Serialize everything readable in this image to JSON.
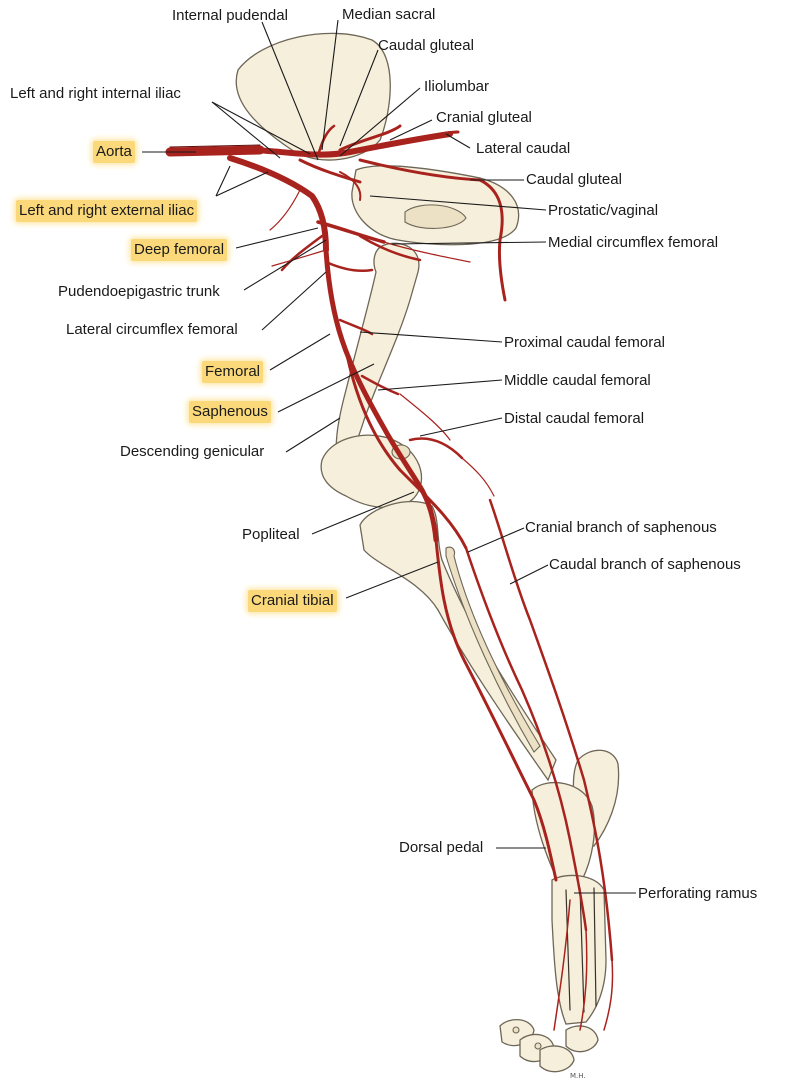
{
  "labels": {
    "internal_pudendal": "Internal pudendal",
    "median_sacral": "Median sacral",
    "caudal_gluteal_top": "Caudal gluteal",
    "iliolumbar": "Iliolumbar",
    "left_right_internal_iliac": "Left and right internal iliac",
    "cranial_gluteal": "Cranial gluteal",
    "aorta": "Aorta",
    "lateral_caudal": "Lateral caudal",
    "caudal_gluteal": "Caudal gluteal",
    "left_right_external_iliac": "Left and right external iliac",
    "prostatic_vaginal": "Prostatic/vaginal",
    "deep_femoral": "Deep femoral",
    "medial_circumflex_femoral": "Medial circumflex femoral",
    "pudendoepigastric_trunk": "Pudendoepigastric trunk",
    "lateral_circumflex_femoral": "Lateral circumflex femoral",
    "proximal_caudal_femoral": "Proximal caudal femoral",
    "femoral": "Femoral",
    "middle_caudal_femoral": "Middle caudal femoral",
    "saphenous": "Saphenous",
    "distal_caudal_femoral": "Distal caudal femoral",
    "descending_genicular": "Descending genicular",
    "popliteal": "Popliteal",
    "cranial_branch_saphenous": "Cranial branch of saphenous",
    "caudal_branch_saphenous": "Caudal branch of saphenous",
    "cranial_tibial": "Cranial tibial",
    "dorsal_pedal": "Dorsal pedal",
    "perforating_ramus": "Perforating ramus"
  },
  "highlighted": [
    "aorta",
    "left_right_external_iliac",
    "deep_femoral",
    "femoral",
    "saphenous",
    "cranial_tibial"
  ],
  "signature": "M.H.",
  "colors": {
    "artery": "#a8231e",
    "bone": "#f6efdc",
    "highlight": "#fbd97a"
  }
}
